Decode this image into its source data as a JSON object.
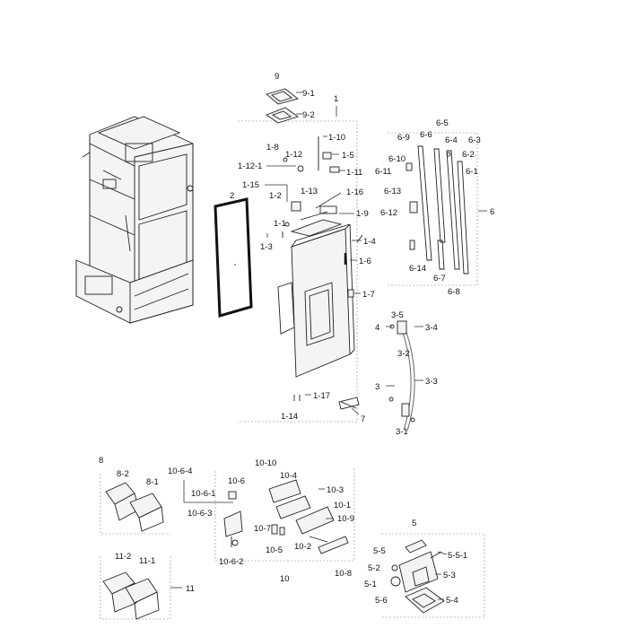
{
  "labels": {
    "l9": "9",
    "l9_1": "9-1",
    "l9_2": "9-2",
    "l1": "1",
    "l1_10": "1-10",
    "l1_8": "1-8",
    "l1_12": "1-12",
    "l1_12_1": "1-12-1",
    "l1_5": "1-5",
    "l1_11": "1-11",
    "l1_15": "1-15",
    "l1_16": "1-16",
    "l1_13": "1-13",
    "l1_2": "1-2",
    "l1_9": "1-9",
    "l1_1": "1-1",
    "l1_3": "1-3",
    "l1_4": "1-4",
    "l1_6": "1-6",
    "l1_7": "1-7",
    "l1_17": "1-17",
    "l1_14": "1-14",
    "l2": "2",
    "l7": "7",
    "l6_9": "6-9",
    "l6_5": "6-5",
    "l6_6": "6-6",
    "l6_4": "6-4",
    "l6_3": "6-3",
    "l6_10": "6-10",
    "l6_2": "6-2",
    "l6_11": "6-11",
    "l6_1": "6-1",
    "l6_13": "6-13",
    "l6": "6",
    "l6_12": "6-12",
    "l6_14": "6-14",
    "l6_7": "6-7",
    "l6_8": "6-8",
    "l3_5": "3-5",
    "l4": "4",
    "l3_4": "3-4",
    "l3_2": "3-2",
    "l3": "3",
    "l3_3": "3-3",
    "l3_1": "3-1",
    "l8": "8",
    "l8_2": "8-2",
    "l8_1": "8-1",
    "l11_2": "11-2",
    "l11_1": "11-1",
    "l11": "11",
    "l10_10": "10-10",
    "l10_6_4": "10-6-4",
    "l10_6": "10-6",
    "l10_4": "10-4",
    "l10_6_1": "10-6-1",
    "l10_3": "10-3",
    "l10_6_3": "10-6-3",
    "l10_1": "10-1",
    "l10_9": "10-9",
    "l10_7": "10-7",
    "l10_5": "10-5",
    "l10_2": "10-2",
    "l10_6_2": "10-6-2",
    "l10": "10",
    "l10_8": "10-8",
    "l5": "5",
    "l5_5": "5-5",
    "l5_5_1": "5-5-1",
    "l5_2": "5-2",
    "l5_3": "5-3",
    "l5_1": "5-1",
    "l5_6": "5-6",
    "l5_4": "5-4"
  }
}
